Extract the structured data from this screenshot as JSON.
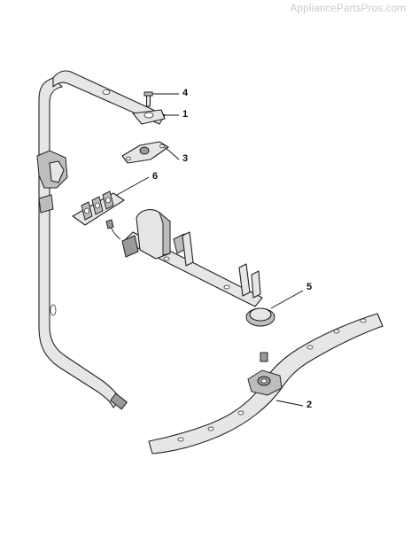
{
  "watermark": "AppliancePartsPros.com",
  "callouts": [
    {
      "id": "4",
      "label": "4"
    },
    {
      "id": "1",
      "label": "1"
    },
    {
      "id": "3",
      "label": "3"
    },
    {
      "id": "6",
      "label": "6"
    },
    {
      "id": "5",
      "label": "5"
    },
    {
      "id": "2",
      "label": "2"
    }
  ]
}
